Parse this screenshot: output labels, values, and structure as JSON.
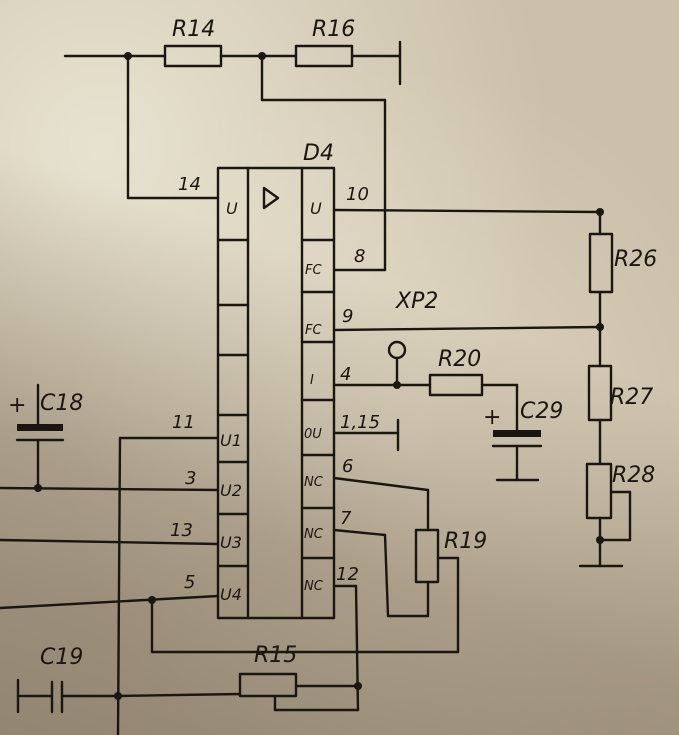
{
  "colors": {
    "paper": "#cbc0aa",
    "ink": "#1b1611",
    "shadow": "#7a6248"
  },
  "chip": {
    "name": "D4",
    "symbol": "D",
    "left_pins": [
      {
        "number": "14",
        "label": "U"
      },
      {
        "number": "11",
        "label": "U1"
      },
      {
        "number": "3",
        "label": "U2"
      },
      {
        "number": "13",
        "label": "U3"
      },
      {
        "number": "5",
        "label": "U4"
      }
    ],
    "right_pins": [
      {
        "number": "10",
        "label": "U"
      },
      {
        "number": "8",
        "label": "FC"
      },
      {
        "number": "9",
        "label": "FC"
      },
      {
        "number": "4",
        "label": "I"
      },
      {
        "number": "1,15",
        "label": "0U"
      },
      {
        "number": "6",
        "label": "NC"
      },
      {
        "number": "7",
        "label": "NC"
      },
      {
        "number": "12",
        "label": "NC"
      }
    ]
  },
  "components": {
    "r14": "R14",
    "r16": "R16",
    "r15": "R15",
    "r19": "R19",
    "r20": "R20",
    "r26": "R26",
    "r27": "R27",
    "r28": "R28",
    "c18": "C18",
    "c19": "C19",
    "c29": "C29",
    "xp2": "XP2",
    "plus": "+"
  }
}
